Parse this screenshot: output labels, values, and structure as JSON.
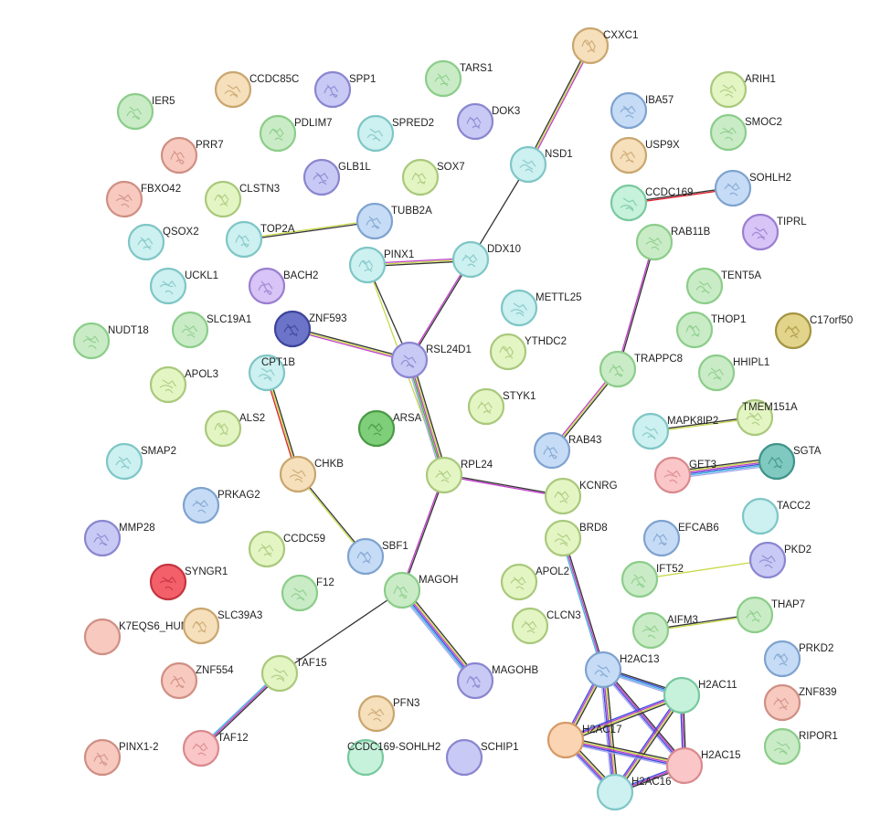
{
  "palette": {
    "green": [
      "#c9ecc7",
      "#8ccd8a"
    ],
    "sand": [
      "#f6dfbb",
      "#c9a66e"
    ],
    "violet": [
      "#c9c9f5",
      "#8a86cf"
    ],
    "cyan": [
      "#cdf0f0",
      "#7fc6c6"
    ],
    "lime": [
      "#e4f5c4",
      "#a9c97c"
    ],
    "salmon": [
      "#f8c9bf",
      "#cf8f84"
    ],
    "pink": [
      "#fbc6c8",
      "#d98a8e"
    ],
    "blue": [
      "#c6dcf6",
      "#7fa3cf"
    ],
    "purple": [
      "#d8c4f6",
      "#9a7fd0"
    ],
    "teal": [
      "#7fc9c0",
      "#3f938a"
    ],
    "red": [
      "#f4606a",
      "#c23540"
    ],
    "olive": [
      "#e2d48a",
      "#a39440"
    ],
    "mint": [
      "#c6f2dc",
      "#79c99e"
    ],
    "peach": [
      "#fbd5b3",
      "#d69a66"
    ],
    "darkblue": [
      "#6b74c8",
      "#3c449a"
    ],
    "darkgreen": [
      "#7fce7a",
      "#4a9a45"
    ]
  },
  "edge_colors": {
    "black": "#333333",
    "yellow": "#c8d84a",
    "magenta": "#c03cc8",
    "blue": "#3c4bdc",
    "cyan": "#3cb4dc",
    "red": "#e0202c",
    "green": "#3cb43c",
    "lavender": "#a8a8f0"
  },
  "nodes": [
    {
      "id": "CXXC1",
      "label": "CXXC1",
      "color": "sand",
      "structure": true
    },
    {
      "id": "IER5",
      "label": "IER5",
      "color": "green",
      "structure": true
    },
    {
      "id": "CCDC85C",
      "label": "CCDC85C",
      "color": "sand",
      "structure": true
    },
    {
      "id": "SPP1",
      "label": "SPP1",
      "color": "violet",
      "structure": true
    },
    {
      "id": "TARS1",
      "label": "TARS1",
      "color": "green",
      "structure": true
    },
    {
      "id": "ARIH1",
      "label": "ARIH1",
      "color": "lime",
      "structure": true
    },
    {
      "id": "DOK3",
      "label": "DOK3",
      "color": "violet",
      "structure": true
    },
    {
      "id": "IBA57",
      "label": "IBA57",
      "color": "blue",
      "structure": true
    },
    {
      "id": "SMOC2",
      "label": "SMOC2",
      "color": "green",
      "structure": true
    },
    {
      "id": "PDLIM7",
      "label": "PDLIM7",
      "color": "green",
      "structure": true
    },
    {
      "id": "SPRED2",
      "label": "SPRED2",
      "color": "cyan",
      "structure": true
    },
    {
      "id": "PRR7",
      "label": "PRR7",
      "color": "salmon",
      "structure": true
    },
    {
      "id": "USP9X",
      "label": "USP9X",
      "color": "sand",
      "structure": true
    },
    {
      "id": "NSD1",
      "label": "NSD1",
      "color": "cyan",
      "structure": true
    },
    {
      "id": "SOX7",
      "label": "SOX7",
      "color": "lime",
      "structure": true
    },
    {
      "id": "GLB1L",
      "label": "GLB1L",
      "color": "violet",
      "structure": true
    },
    {
      "id": "FBXO42",
      "label": "FBXO42",
      "color": "salmon",
      "structure": true
    },
    {
      "id": "CLSTN3",
      "label": "CLSTN3",
      "color": "lime",
      "structure": true
    },
    {
      "id": "SOHLH2",
      "label": "SOHLH2",
      "color": "blue",
      "structure": true
    },
    {
      "id": "CCDC169",
      "label": "CCDC169",
      "color": "mint",
      "structure": true
    },
    {
      "id": "TUBB2A",
      "label": "TUBB2A",
      "color": "blue",
      "structure": true
    },
    {
      "id": "TIPRL",
      "label": "TIPRL",
      "color": "purple",
      "structure": true
    },
    {
      "id": "TOP2A",
      "label": "TOP2A",
      "color": "cyan",
      "structure": true
    },
    {
      "id": "QSOX2",
      "label": "QSOX2",
      "color": "cyan",
      "structure": true
    },
    {
      "id": "RAB11B",
      "label": "RAB11B",
      "color": "green",
      "structure": true
    },
    {
      "id": "PINX1",
      "label": "PINX1",
      "color": "cyan",
      "structure": true
    },
    {
      "id": "DDX10",
      "label": "DDX10",
      "color": "cyan",
      "structure": true
    },
    {
      "id": "UCKL1",
      "label": "UCKL1",
      "color": "cyan",
      "structure": true
    },
    {
      "id": "BACH2",
      "label": "BACH2",
      "color": "purple",
      "structure": true
    },
    {
      "id": "TENT5A",
      "label": "TENT5A",
      "color": "green",
      "structure": true
    },
    {
      "id": "METTL25",
      "label": "METTL25",
      "color": "cyan",
      "structure": true
    },
    {
      "id": "ZNF593",
      "label": "ZNF593",
      "color": "darkblue",
      "structure": true
    },
    {
      "id": "SLC19A1",
      "label": "SLC19A1",
      "color": "green",
      "structure": true
    },
    {
      "id": "THOP1",
      "label": "THOP1",
      "color": "green",
      "structure": true
    },
    {
      "id": "C17orf50",
      "label": "C17orf50",
      "color": "olive",
      "structure": true
    },
    {
      "id": "NUDT18",
      "label": "NUDT18",
      "color": "green",
      "structure": true
    },
    {
      "id": "YTHDC2",
      "label": "YTHDC2",
      "color": "lime",
      "structure": true
    },
    {
      "id": "RSL24D1",
      "label": "RSL24D1",
      "color": "violet",
      "structure": true
    },
    {
      "id": "CPT1B",
      "label": "CPT1B",
      "color": "cyan",
      "structure": true
    },
    {
      "id": "TRAPPC8",
      "label": "TRAPPC8",
      "color": "green",
      "structure": true
    },
    {
      "id": "HHIPL1",
      "label": "HHIPL1",
      "color": "green",
      "structure": true
    },
    {
      "id": "APOL3",
      "label": "APOL3",
      "color": "lime",
      "structure": true
    },
    {
      "id": "STYK1",
      "label": "STYK1",
      "color": "lime",
      "structure": true
    },
    {
      "id": "TMEM151A",
      "label": "TMEM151A",
      "color": "lime",
      "structure": true
    },
    {
      "id": "ALS2",
      "label": "ALS2",
      "color": "lime",
      "structure": true
    },
    {
      "id": "ARSA",
      "label": "ARSA",
      "color": "darkgreen",
      "structure": true
    },
    {
      "id": "MAPK8IP2",
      "label": "MAPK8IP2",
      "color": "cyan",
      "structure": true
    },
    {
      "id": "RAB43",
      "label": "RAB43",
      "color": "blue",
      "structure": true
    },
    {
      "id": "SMAP2",
      "label": "SMAP2",
      "color": "cyan",
      "structure": true
    },
    {
      "id": "CHKB",
      "label": "CHKB",
      "color": "sand",
      "structure": true
    },
    {
      "id": "SGTA",
      "label": "SGTA",
      "color": "teal",
      "structure": true
    },
    {
      "id": "RPL24",
      "label": "RPL24",
      "color": "lime",
      "structure": true
    },
    {
      "id": "GET3",
      "label": "GET3",
      "color": "pink",
      "structure": true
    },
    {
      "id": "KCNRG",
      "label": "KCNRG",
      "color": "lime",
      "structure": true
    },
    {
      "id": "PRKAG2",
      "label": "PRKAG2",
      "color": "blue",
      "structure": true
    },
    {
      "id": "TACC2",
      "label": "TACC2",
      "color": "cyan",
      "structure": false
    },
    {
      "id": "MMP28",
      "label": "MMP28",
      "color": "violet",
      "structure": true
    },
    {
      "id": "BRD8",
      "label": "BRD8",
      "color": "lime",
      "structure": true
    },
    {
      "id": "EFCAB6",
      "label": "EFCAB6",
      "color": "blue",
      "structure": true
    },
    {
      "id": "CCDC59",
      "label": "CCDC59",
      "color": "lime",
      "structure": true
    },
    {
      "id": "PKD2",
      "label": "PKD2",
      "color": "violet",
      "structure": true
    },
    {
      "id": "SBF1",
      "label": "SBF1",
      "color": "blue",
      "structure": true
    },
    {
      "id": "APOL2",
      "label": "APOL2",
      "color": "lime",
      "structure": true
    },
    {
      "id": "SYNGR1",
      "label": "SYNGR1",
      "color": "red",
      "structure": true
    },
    {
      "id": "IFT52",
      "label": "IFT52",
      "color": "green",
      "structure": true
    },
    {
      "id": "F12",
      "label": "F12",
      "color": "green",
      "structure": true
    },
    {
      "id": "MAGOH",
      "label": "MAGOH",
      "color": "green",
      "structure": true
    },
    {
      "id": "THAP7",
      "label": "THAP7",
      "color": "green",
      "structure": true
    },
    {
      "id": "K7EQS6_HUMAN",
      "label": "K7EQS6_HUM",
      "color": "salmon",
      "structure": false
    },
    {
      "id": "SLC39A3",
      "label": "SLC39A3",
      "color": "sand",
      "structure": true
    },
    {
      "id": "CLCN3",
      "label": "CLCN3",
      "color": "lime",
      "structure": true
    },
    {
      "id": "AIFM3",
      "label": "AIFM3",
      "color": "green",
      "structure": true
    },
    {
      "id": "PRKD2",
      "label": "PRKD2",
      "color": "blue",
      "structure": true
    },
    {
      "id": "H2AC13",
      "label": "H2AC13",
      "color": "blue",
      "structure": true
    },
    {
      "id": "TAF15",
      "label": "TAF15",
      "color": "lime",
      "structure": true
    },
    {
      "id": "ZNF554",
      "label": "ZNF554",
      "color": "salmon",
      "structure": true
    },
    {
      "id": "H2AC11",
      "label": "H2AC11",
      "color": "mint",
      "structure": false
    },
    {
      "id": "MAGOHB",
      "label": "MAGOHB",
      "color": "violet",
      "structure": true
    },
    {
      "id": "ZNF839",
      "label": "ZNF839",
      "color": "salmon",
      "structure": true
    },
    {
      "id": "PFN3",
      "label": "PFN3",
      "color": "sand",
      "structure": true
    },
    {
      "id": "H2AC17",
      "label": "H2AC17",
      "color": "peach",
      "structure": false
    },
    {
      "id": "TAF12",
      "label": "TAF12",
      "color": "pink",
      "structure": true
    },
    {
      "id": "RIPOR1",
      "label": "RIPOR1",
      "color": "green",
      "structure": true
    },
    {
      "id": "PINX1-2",
      "label": "PINX1-2",
      "color": "salmon",
      "structure": true
    },
    {
      "id": "CCDC169-SOHLH2",
      "label": "CCDC169-SOHLH2",
      "color": "mint",
      "structure": false
    },
    {
      "id": "SCHIP1",
      "label": "SCHIP1",
      "color": "violet",
      "structure": false
    },
    {
      "id": "H2AC15",
      "label": "H2AC15",
      "color": "pink",
      "structure": false
    },
    {
      "id": "H2AC16",
      "label": "H2AC16",
      "color": "cyan",
      "structure": false
    }
  ],
  "edges": [
    {
      "source": "NSD1",
      "target": "CXXC1",
      "evidence": [
        "black",
        "yellow",
        "magenta"
      ]
    },
    {
      "source": "NSD1",
      "target": "DDX10",
      "evidence": [
        "black"
      ]
    },
    {
      "source": "DDX10",
      "target": "PINX1",
      "evidence": [
        "black",
        "yellow",
        "magenta"
      ]
    },
    {
      "source": "DDX10",
      "target": "RSL24D1",
      "evidence": [
        "black",
        "magenta"
      ]
    },
    {
      "source": "PINX1",
      "target": "RSL24D1",
      "evidence": [
        "black"
      ]
    },
    {
      "source": "PINX1",
      "target": "RPL24",
      "evidence": [
        "yellow"
      ]
    },
    {
      "source": "ZNF593",
      "target": "RSL24D1",
      "evidence": [
        "black",
        "yellow",
        "magenta"
      ]
    },
    {
      "source": "RSL24D1",
      "target": "RPL24",
      "evidence": [
        "black",
        "yellow",
        "magenta",
        "green",
        "lavender"
      ]
    },
    {
      "source": "TUBB2A",
      "target": "TOP2A",
      "evidence": [
        "black",
        "yellow"
      ]
    },
    {
      "source": "CPT1B",
      "target": "CHKB",
      "evidence": [
        "black",
        "yellow",
        "red"
      ]
    },
    {
      "source": "CHKB",
      "target": "SBF1",
      "evidence": [
        "black",
        "yellow"
      ]
    },
    {
      "source": "RPL24",
      "target": "KCNRG",
      "evidence": [
        "black",
        "magenta"
      ]
    },
    {
      "source": "RPL24",
      "target": "MAGOH",
      "evidence": [
        "black",
        "magenta"
      ]
    },
    {
      "source": "MAGOH",
      "target": "MAGOHB",
      "evidence": [
        "black",
        "yellow",
        "magenta",
        "blue",
        "cyan",
        "lavender"
      ]
    },
    {
      "source": "MAGOH",
      "target": "TAF15",
      "evidence": [
        "black"
      ]
    },
    {
      "source": "TAF15",
      "target": "TAF12",
      "evidence": [
        "black",
        "magenta",
        "cyan"
      ]
    },
    {
      "source": "RAB11B",
      "target": "TRAPPC8",
      "evidence": [
        "black",
        "magenta"
      ]
    },
    {
      "source": "TRAPPC8",
      "target": "RAB43",
      "evidence": [
        "black",
        "yellow",
        "magenta"
      ]
    },
    {
      "source": "CCDC169",
      "target": "SOHLH2",
      "evidence": [
        "black",
        "red"
      ]
    },
    {
      "source": "MAPK8IP2",
      "target": "TMEM151A",
      "evidence": [
        "black",
        "yellow"
      ]
    },
    {
      "source": "GET3",
      "target": "SGTA",
      "evidence": [
        "black",
        "yellow",
        "magenta",
        "blue",
        "cyan",
        "lavender"
      ]
    },
    {
      "source": "IFT52",
      "target": "PKD2",
      "evidence": [
        "yellow"
      ]
    },
    {
      "source": "AIFM3",
      "target": "THAP7",
      "evidence": [
        "black",
        "yellow"
      ]
    },
    {
      "source": "BRD8",
      "target": "H2AC13",
      "evidence": [
        "black",
        "magenta",
        "cyan"
      ]
    },
    {
      "source": "H2AC13",
      "target": "H2AC11",
      "evidence": [
        "black",
        "blue",
        "cyan",
        "lavender"
      ]
    },
    {
      "source": "H2AC13",
      "target": "H2AC17",
      "evidence": [
        "black",
        "yellow",
        "magenta",
        "blue"
      ]
    },
    {
      "source": "H2AC13",
      "target": "H2AC15",
      "evidence": [
        "black",
        "magenta",
        "blue",
        "lavender"
      ]
    },
    {
      "source": "H2AC13",
      "target": "H2AC16",
      "evidence": [
        "black",
        "yellow",
        "magenta",
        "blue",
        "lavender"
      ]
    },
    {
      "source": "H2AC11",
      "target": "H2AC17",
      "evidence": [
        "black",
        "yellow",
        "magenta",
        "blue"
      ]
    },
    {
      "source": "H2AC11",
      "target": "H2AC15",
      "evidence": [
        "black",
        "magenta",
        "blue"
      ]
    },
    {
      "source": "H2AC11",
      "target": "H2AC16",
      "evidence": [
        "black",
        "yellow",
        "magenta",
        "blue"
      ]
    },
    {
      "source": "H2AC17",
      "target": "H2AC15",
      "evidence": [
        "black",
        "yellow",
        "magenta",
        "blue",
        "lavender"
      ]
    },
    {
      "source": "H2AC17",
      "target": "H2AC16",
      "evidence": [
        "black",
        "yellow",
        "magenta",
        "blue",
        "lavender"
      ]
    },
    {
      "source": "H2AC15",
      "target": "H2AC16",
      "evidence": [
        "black",
        "magenta",
        "blue"
      ]
    }
  ]
}
